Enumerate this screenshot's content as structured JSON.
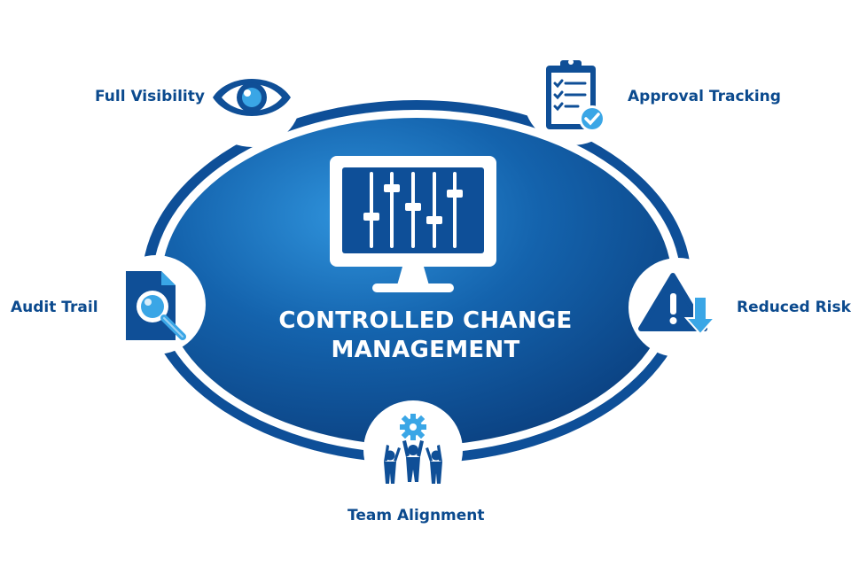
{
  "center": {
    "title_line1": "CONTROLLED CHANGE",
    "title_line2": "MANAGEMENT",
    "icon": "monitor-sliders-icon"
  },
  "colors": {
    "primary_dark": "#0b3f80",
    "primary": "#0f5aa6",
    "highlight": "#2b8ad6",
    "accent_light": "#3aa6e6",
    "label": "#0b4a8e",
    "background": "#ffffff"
  },
  "nodes": [
    {
      "label": "Full Visibility",
      "icon": "eye-icon"
    },
    {
      "label": "Approval Tracking",
      "icon": "clipboard-checklist-icon"
    },
    {
      "label": "Reduced Risk",
      "icon": "warning-arrow-down-icon"
    },
    {
      "label": "Team Alignment",
      "icon": "team-gear-icon"
    },
    {
      "label": "Audit Trail",
      "icon": "document-search-icon"
    }
  ]
}
